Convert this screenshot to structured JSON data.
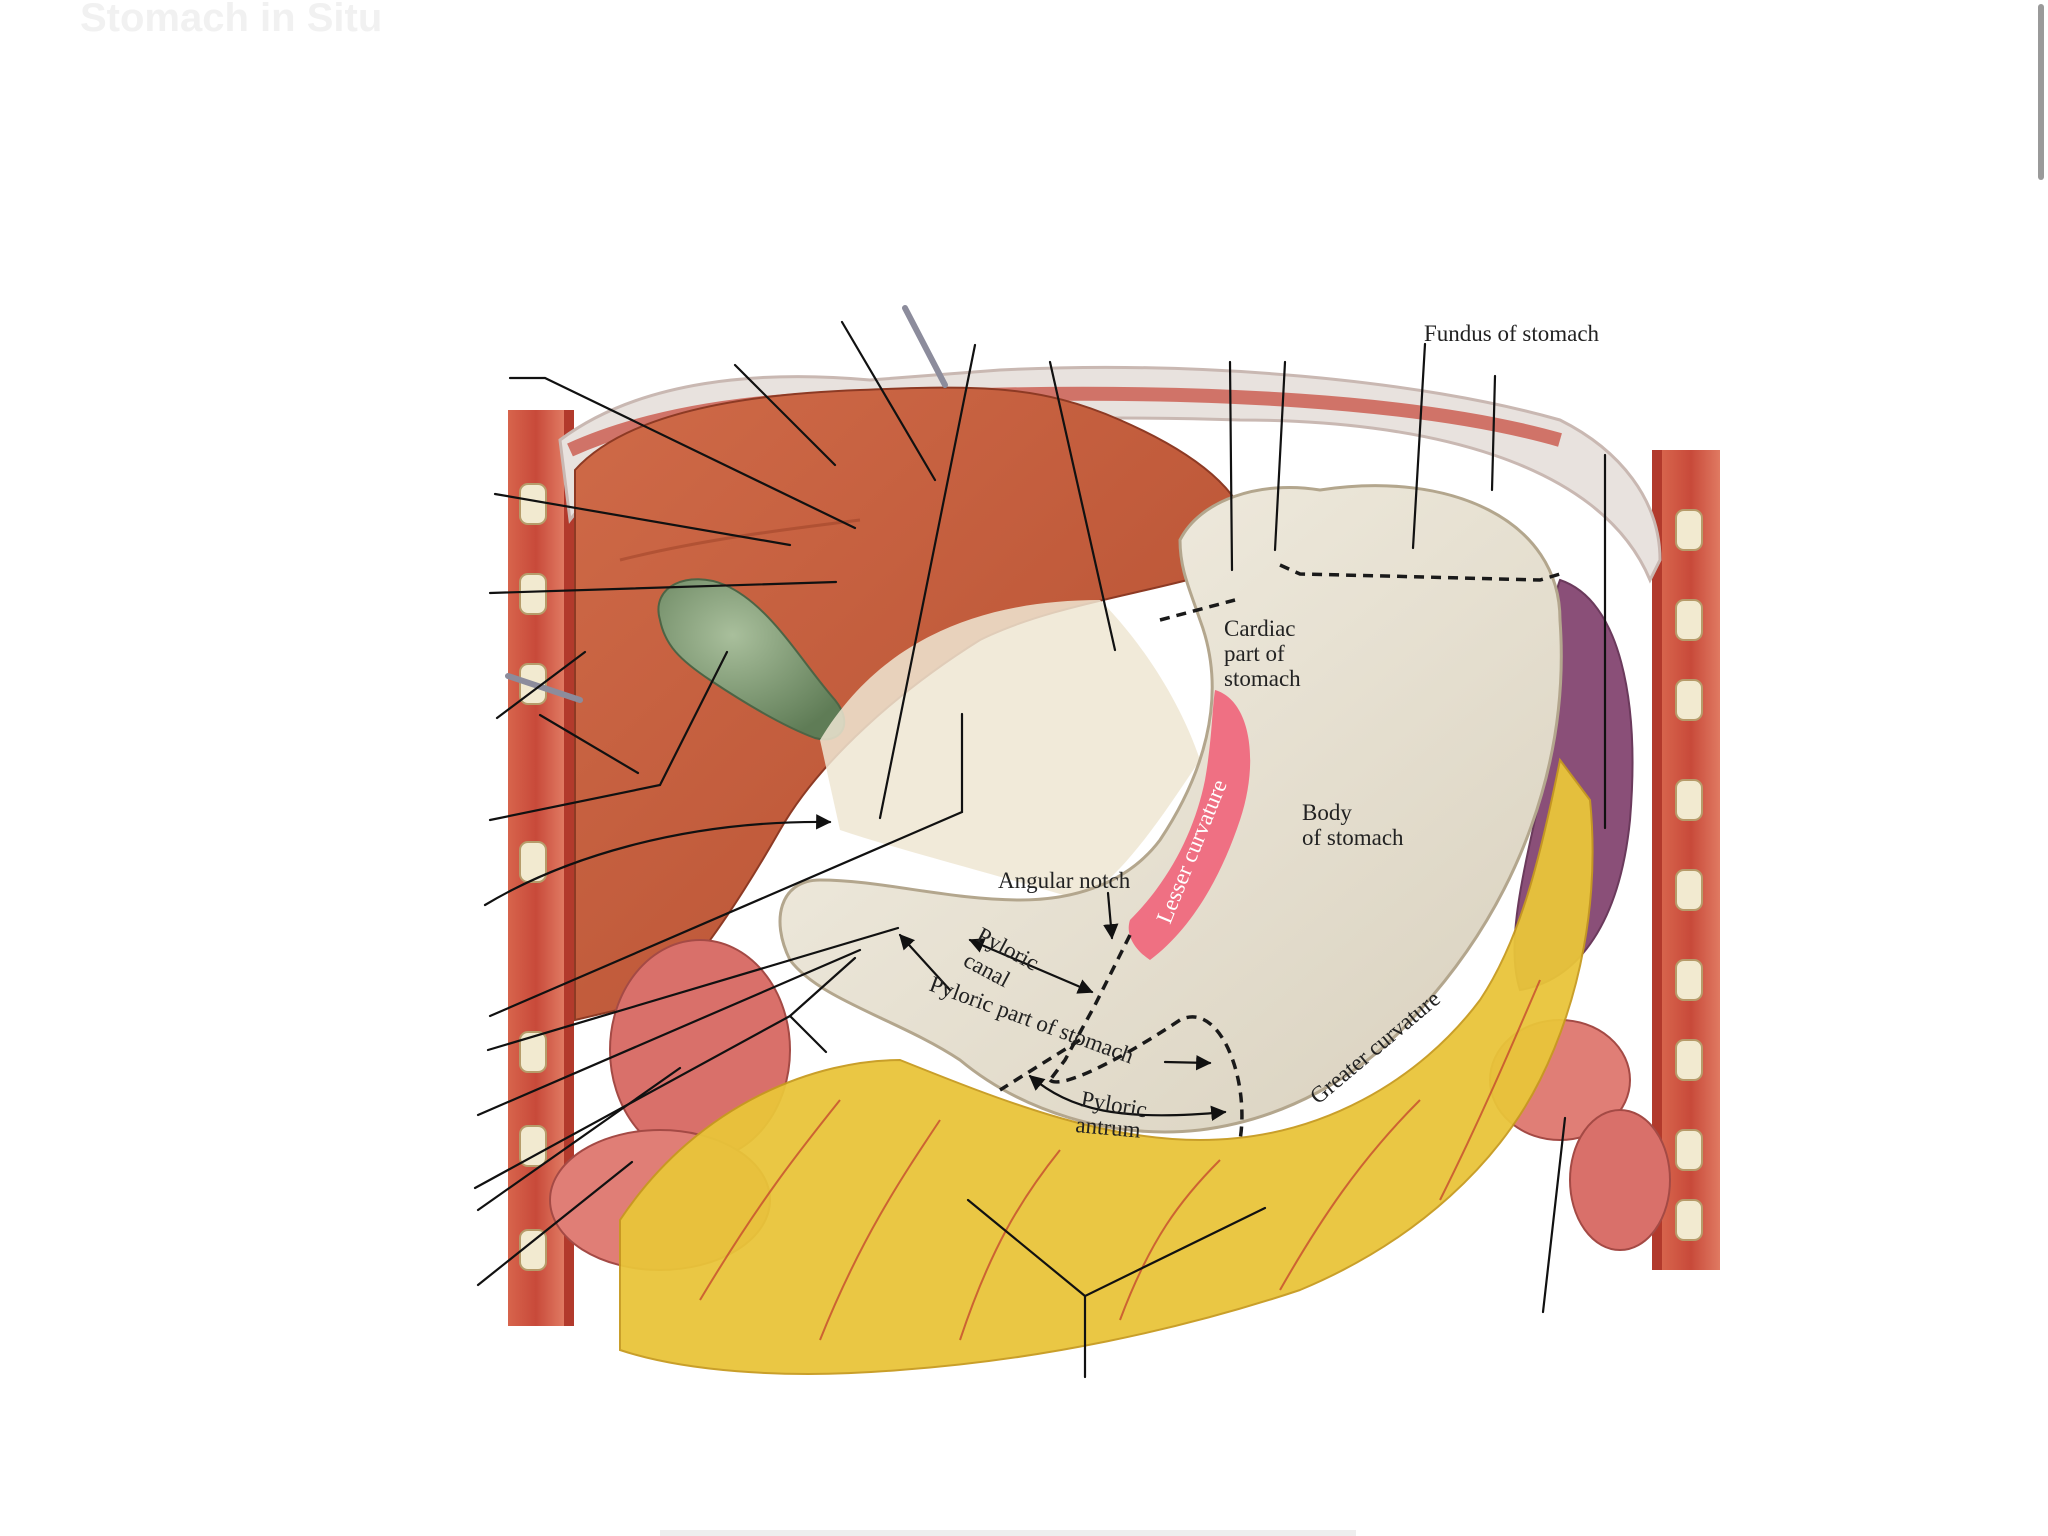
{
  "header": {
    "title": "Stomach in Situ"
  },
  "labels": {
    "fundus": "Fundus of stomach",
    "cardiac_1": "Cardiac",
    "cardiac_2": "part of",
    "cardiac_3": "stomach",
    "body_1": "Body",
    "body_2": "of stomach",
    "lesser_curvature": "Lesser curvature",
    "angular_notch": "Angular notch",
    "pyloric_canal_1": "Pyloric",
    "pyloric_canal_2": "canal",
    "pyloric_part": "Pyloric part of stomach",
    "pyloric_antrum_1": "Pyloric",
    "pyloric_antrum_2": "antrum",
    "greater_curvature": "Greater curvature"
  },
  "colors": {
    "liver": "#c75a3a",
    "stomach": "#ece6d6",
    "omentum_fat": "#e9c53a",
    "gallbladder": "#7e9a72",
    "spleen": "#8a4f78",
    "body_wall": "#c9533f",
    "intestine": "#d9706a",
    "lesser_curvature_highlight": "#f0647a"
  }
}
